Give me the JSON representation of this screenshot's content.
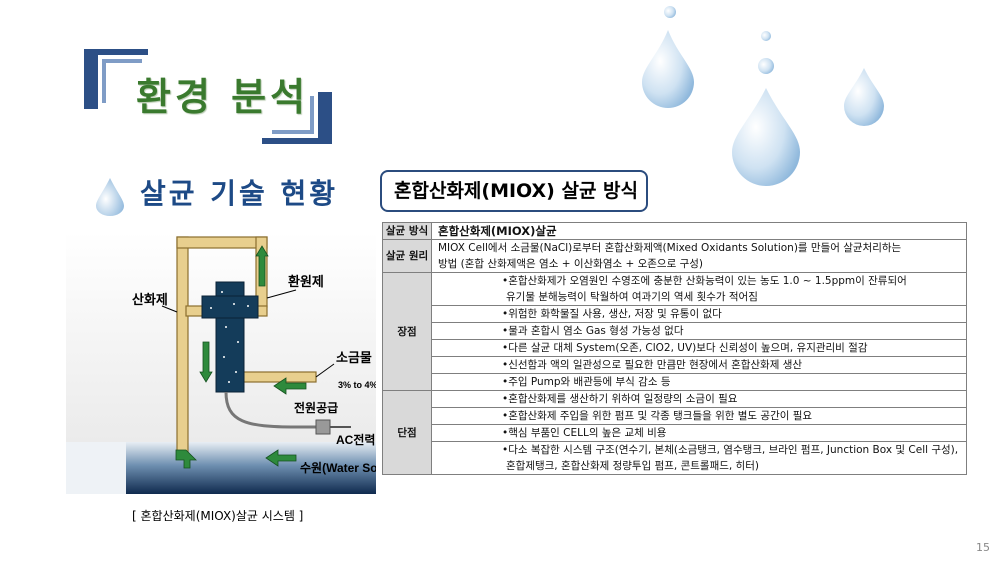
{
  "title": "환경 분석",
  "subtitle": "살균 기술 현황",
  "box_title": "혼합산화제(MIOX) 살균 방식",
  "table": {
    "method_label": "살균 방식",
    "method_value": "혼합산화제(MIOX)살균",
    "principle_label": "살균 원리",
    "principle_lines": [
      "MIOX Cell에서 소금물(NaCl)로부터 혼합산화제액(Mixed Oxidants Solution)를 만들어 살균처리하는",
      "방법 (혼합 산화제액은  염소 + 이산화염소 + 오존으로 구성)"
    ],
    "pros_label": "장점",
    "pros": [
      "•혼합산화제가 오염원인 수영조에 충분한 산화능력이 있는 농도 1.0 ~ 1.5ppm이 잔류되어",
      "유기물 분해능력이 탁월하여 여과기의 역세 횟수가 적어짐",
      "•위험한 화학물질 사용, 생산, 저장 및 유통이 없다",
      "•물과 혼합시 염소 Gas 형성 가능성 없다",
      "•다른 살균 대체 System(오존, ClO2, UV)보다 신뢰성이 높으며, 유지관리비 절감",
      "•신선함과 액의 일관성으로 필요한 만큼만 현장에서 혼합산화제 생산",
      "•주입 Pump와 배관등에 부식 감소 등"
    ],
    "cons_label": "단점",
    "cons": [
      "•혼합산화제를 생산하기 위하여 일정량의 소금이 필요",
      "•혼합산화제 주입을 위한 펌프 및 각종 탱크들을 위한 별도 공간이 필요",
      "•핵심 부품인 CELL의 높은 교체 비용",
      "•다소 복잡한 시스템 구조(연수기, 본체(소금탱크, 염수탱크, 브라인 펌프, Junction Box 및 Cell 구성),",
      "혼합제탱크, 혼합산화제 정량투입 펌프, 콘트롤패드, 히터)"
    ]
  },
  "diagram": {
    "label_oxidant": "산화제",
    "label_reducing": "환원제",
    "label_brine": "소금물",
    "label_brine_pct": "3% to 4%",
    "label_power": "전원공급",
    "label_ac": "AC전력",
    "label_water": "수원(Water Source)"
  },
  "caption": "[  혼합산화제(MIOX)살균  시스템  ]",
  "page_number": "15",
  "colors": {
    "title_green": "#3a7a2e",
    "subtitle_blue": "#1d4a86",
    "header_gray": "#d9d9d9",
    "drop_blue": "#b9d4ea"
  }
}
